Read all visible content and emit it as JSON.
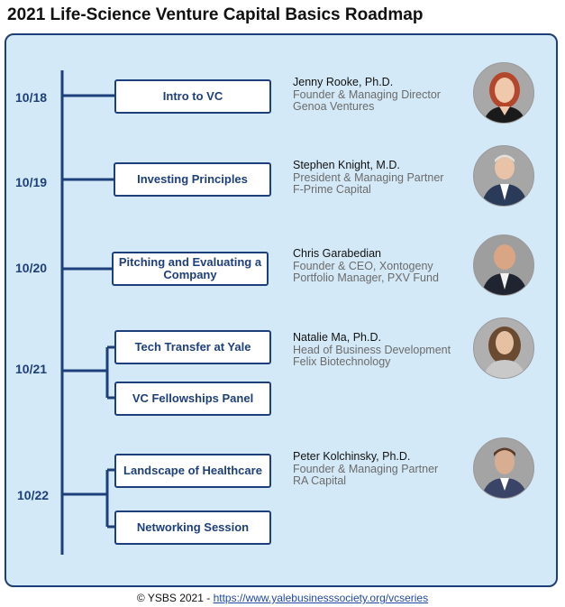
{
  "title": "2021 Life-Science Venture Capital Basics Roadmap",
  "dates": [
    "10/18",
    "10/19",
    "10/20",
    "10/21",
    "10/22"
  ],
  "sessions": [
    "Intro to VC",
    "Investing Principles",
    "Pitching and Evaluating a Company",
    "Tech Transfer at Yale",
    "VC Fellowships Panel",
    "Landscape of Healthcare",
    "Networking Session"
  ],
  "speakers": [
    {
      "name": "Jenny Rooke, Ph.D.",
      "role1": "Founder & Managing Director",
      "role2": "Genoa Ventures"
    },
    {
      "name": "Stephen Knight, M.D.",
      "role1": "President & Managing Partner",
      "role2": "F-Prime Capital"
    },
    {
      "name": "Chris Garabedian",
      "role1": "Founder & CEO, Xontogeny",
      "role2": "Portfolio Manager, PXV Fund"
    },
    {
      "name": "Natalie Ma, Ph.D.",
      "role1": "Head of Business Development",
      "role2": "Felix Biotechnology"
    },
    {
      "name": "Peter Kolchinsky, Ph.D.",
      "role1": "Founder & Managing Partner",
      "role2": "RA Capital"
    }
  ],
  "footer": {
    "copyright": "© YSBS 2021 - ",
    "link": "https://www.yalebusinesssociety.org/vcseries"
  },
  "colors": {
    "accent": "#1d3f7a",
    "panel": "#d4e9f7",
    "link": "#1f4aa8"
  }
}
